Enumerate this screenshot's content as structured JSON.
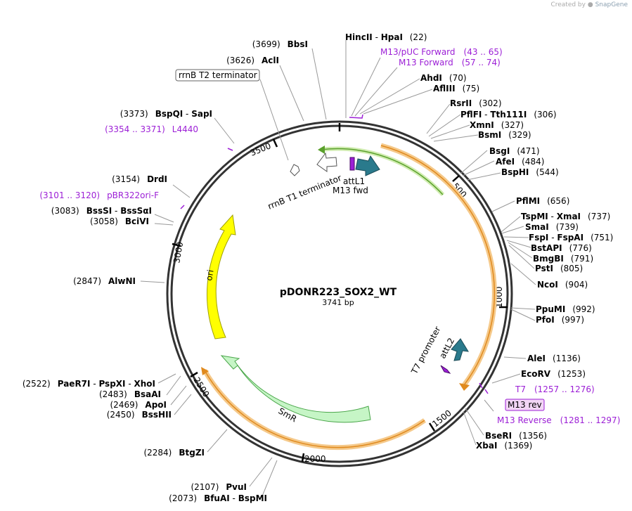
{
  "credit": {
    "prefix": "Created by",
    "brand": "SnapGene"
  },
  "plasmid": {
    "name": "pDONR223_SOX2_WT",
    "length": "3741 bp"
  },
  "ticks": [
    "500",
    "1000",
    "1500",
    "2000",
    "2500",
    "3000",
    "3500"
  ],
  "features": {
    "ori": "ori",
    "smr": "SmR",
    "attL1": "attL1",
    "attL2": "attL2",
    "m13fwd": "M13 fwd",
    "rrnb_t1": "rrnB T1 terminator",
    "t7_promoter": "T7 promoter",
    "rrnb_t2": "rrnB T2 terminator",
    "m13rev": "M13 rev"
  },
  "sites": [
    {
      "pos": "(22)",
      "name": "HincII",
      "sep": " - ",
      "name2": "HpaI"
    },
    {
      "pos": "(70)",
      "name": "AhdI"
    },
    {
      "pos": "(75)",
      "name": "AflIII"
    },
    {
      "pos": "(302)",
      "name": "RsrII"
    },
    {
      "pos": "(306)",
      "name": "PflFI",
      "sep": " - ",
      "name2": "Tth111I"
    },
    {
      "pos": "(327)",
      "name": "XmnI"
    },
    {
      "pos": "(329)",
      "name": "BsmI"
    },
    {
      "pos": "(471)",
      "name": "BsgI"
    },
    {
      "pos": "(484)",
      "name": "AfeI"
    },
    {
      "pos": "(544)",
      "name": "BspHI"
    },
    {
      "pos": "(656)",
      "name": "PflMI"
    },
    {
      "pos": "(737)",
      "name": "TspMI",
      "sep": " - ",
      "name2": "XmaI"
    },
    {
      "pos": "(739)",
      "name": "SmaI"
    },
    {
      "pos": "(751)",
      "name": "FspI",
      "sep": " - ",
      "name2": "FspAI"
    },
    {
      "pos": "(776)",
      "name": "BstAPI"
    },
    {
      "pos": "(791)",
      "name": "BmgBI"
    },
    {
      "pos": "(805)",
      "name": "PstI"
    },
    {
      "pos": "(904)",
      "name": "NcoI"
    },
    {
      "pos": "(992)",
      "name": "PpuMI"
    },
    {
      "pos": "(997)",
      "name": "PfoI"
    },
    {
      "pos": "(1136)",
      "name": "AleI"
    },
    {
      "pos": "(1253)",
      "name": "EcoRV"
    },
    {
      "pos": "(1356)",
      "name": "BseRI"
    },
    {
      "pos": "(1369)",
      "name": "XbaI"
    },
    {
      "pos": "(3699)",
      "name": "BbsI"
    },
    {
      "pos": "(3626)",
      "name": "AclI"
    },
    {
      "pos": "(3373)",
      "name": "BspQI",
      "sep": " - ",
      "name2": "SapI"
    },
    {
      "pos": "(3154)",
      "name": "DrdI"
    },
    {
      "pos": "(3083)",
      "name": "BssSI",
      "sep": " - ",
      "name2": "BssSαI"
    },
    {
      "pos": "(3058)",
      "name": "BciVI"
    },
    {
      "pos": "(2847)",
      "name": "AlwNI"
    },
    {
      "pos": "(2522)",
      "name": "PaeR7I",
      "sep": " - ",
      "name2": "PspXI",
      "sep2": " - ",
      "name3": "XhoI"
    },
    {
      "pos": "(2483)",
      "name": "BsaAI"
    },
    {
      "pos": "(2469)",
      "name": "ApoI"
    },
    {
      "pos": "(2450)",
      "name": "BssHII"
    },
    {
      "pos": "(2284)",
      "name": "BtgZI"
    },
    {
      "pos": "(2107)",
      "name": "PvuI"
    },
    {
      "pos": "(2073)",
      "name": "BfuAI",
      "sep": " - ",
      "name2": "BspMI"
    }
  ],
  "primers": [
    {
      "name": "M13/pUC Forward",
      "range": "(43 .. 65)"
    },
    {
      "name": "M13 Forward",
      "range": "(57 .. 74)"
    },
    {
      "name": "T7",
      "range": "(1257 .. 1276)"
    },
    {
      "name": "M13 Reverse",
      "range": "(1281 .. 1297)"
    },
    {
      "name": "L4440",
      "range": "(3354 .. 3371)"
    },
    {
      "name": "pBR322ori-F",
      "range": "(3101 .. 3120)"
    }
  ],
  "colors": {
    "backbone": "#333333",
    "orf_fill": "#f5c98a",
    "orf_stroke": "#e08a1e",
    "attl_green": "#5aa02c",
    "ori": "#ffff00",
    "smr": "#c6f5c6",
    "promoter": "#2a7a8c",
    "primer": "#9c1fd6"
  }
}
